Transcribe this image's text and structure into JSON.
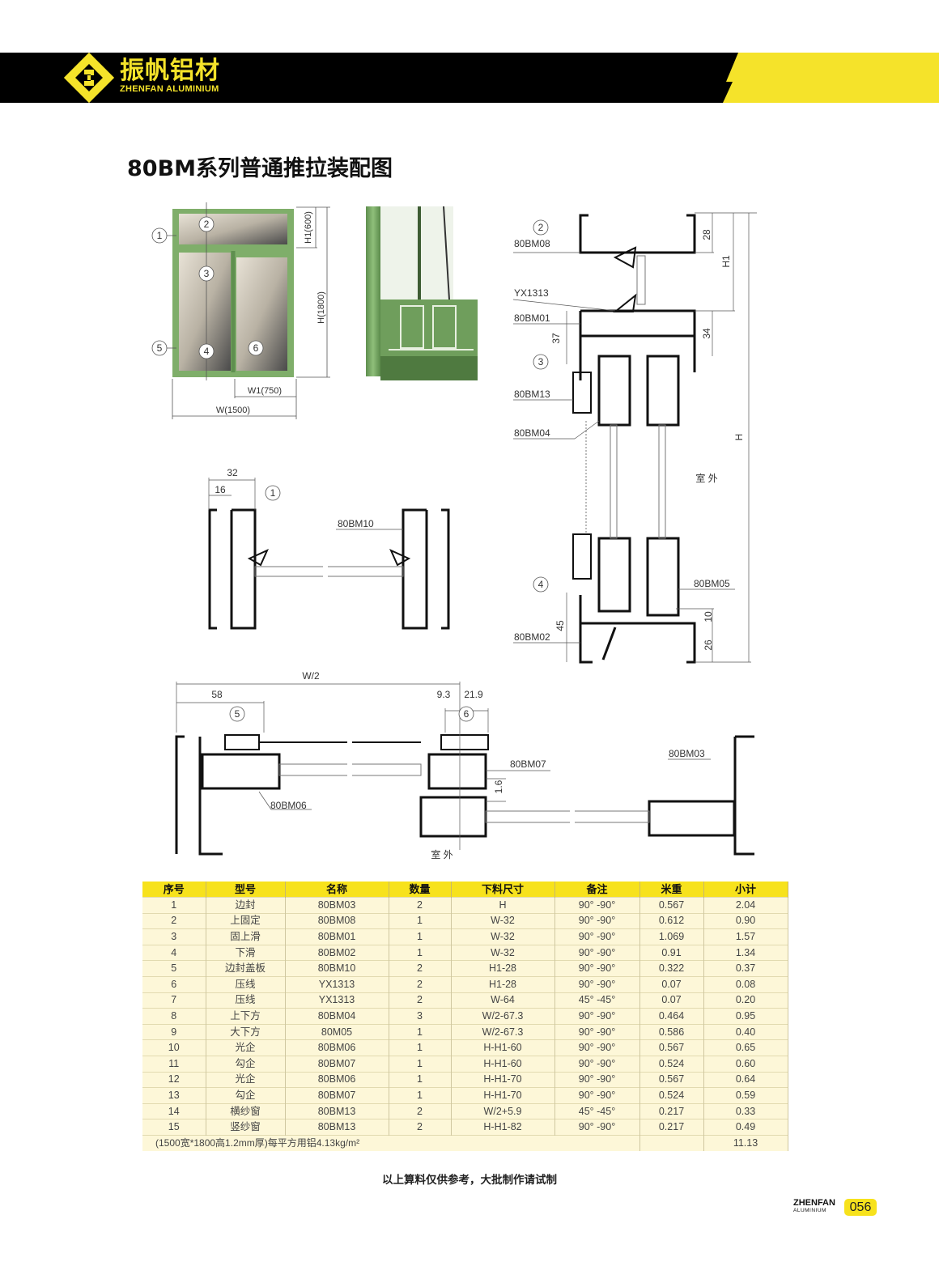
{
  "brand": {
    "name_cn": "振帆铝材",
    "name_en": "ZHENFAN ALUMINIUM",
    "accent": "#f5e32a"
  },
  "title": "80BM系列普通推拉装配图",
  "elevation": {
    "callouts": [
      "1",
      "2",
      "3",
      "4",
      "5",
      "6"
    ],
    "h1": "H1(600)",
    "h": "H(1800)",
    "w1": "W1(750)",
    "w": "W(1500)"
  },
  "vertical_section": {
    "callout_2": "2",
    "callout_3": "3",
    "callout_4": "4",
    "p_80bm08": "80BM08",
    "p_yx1313": "YX1313",
    "p_80bm01": "80BM01",
    "p_80bm13": "80BM13",
    "p_80bm04": "80BM04",
    "p_80bm05": "80BM05",
    "p_80bm02": "80BM02",
    "d28": "28",
    "dH1": "H1",
    "d37": "37",
    "d34": "34",
    "dH": "H",
    "outside": "室 外",
    "d45": "45",
    "d10": "10",
    "d26": "26"
  },
  "side_section": {
    "d32": "32",
    "d16": "16",
    "callout_1": "1",
    "p_80bm10": "80BM10"
  },
  "horizontal_section": {
    "dW2": "W/2",
    "d58": "58",
    "d93": "9.3",
    "d219": "21.9",
    "callout_5": "5",
    "callout_6": "6",
    "p_80bm07": "80BM07",
    "d16": "1.6",
    "p_80bm03": "80BM03",
    "p_80bm06": "80BM06",
    "outside": "室 外"
  },
  "table": {
    "headers": [
      "序号",
      "型号",
      "名称",
      "数量",
      "下料尺寸",
      "备注",
      "米重",
      "小计"
    ],
    "rows": [
      [
        "1",
        "边封",
        "80BM03",
        "2",
        "H",
        "90° -90°",
        "0.567",
        "2.04"
      ],
      [
        "2",
        "上固定",
        "80BM08",
        "1",
        "W-32",
        "90° -90°",
        "0.612",
        "0.90"
      ],
      [
        "3",
        "固上滑",
        "80BM01",
        "1",
        "W-32",
        "90° -90°",
        "1.069",
        "1.57"
      ],
      [
        "4",
        "下滑",
        "80BM02",
        "1",
        "W-32",
        "90° -90°",
        "0.91",
        "1.34"
      ],
      [
        "5",
        "边封盖板",
        "80BM10",
        "2",
        "H1-28",
        "90° -90°",
        "0.322",
        "0.37"
      ],
      [
        "6",
        "压线",
        "YX1313",
        "2",
        "H1-28",
        "90° -90°",
        "0.07",
        "0.08"
      ],
      [
        "7",
        "压线",
        "YX1313",
        "2",
        "W-64",
        "45° -45°",
        "0.07",
        "0.20"
      ],
      [
        "8",
        "上下方",
        "80BM04",
        "3",
        "W/2-67.3",
        "90° -90°",
        "0.464",
        "0.95"
      ],
      [
        "9",
        "大下方",
        "80M05",
        "1",
        "W/2-67.3",
        "90° -90°",
        "0.586",
        "0.40"
      ],
      [
        "10",
        "光企",
        "80BM06",
        "1",
        "H-H1-60",
        "90° -90°",
        "0.567",
        "0.65"
      ],
      [
        "11",
        "勾企",
        "80BM07",
        "1",
        "H-H1-60",
        "90° -90°",
        "0.524",
        "0.60"
      ],
      [
        "12",
        "光企",
        "80BM06",
        "1",
        "H-H1-70",
        "90° -90°",
        "0.567",
        "0.64"
      ],
      [
        "13",
        "勾企",
        "80BM07",
        "1",
        "H-H1-70",
        "90° -90°",
        "0.524",
        "0.59"
      ],
      [
        "14",
        "横纱窗",
        "80BM13",
        "2",
        "W/2+5.9",
        "45° -45°",
        "0.217",
        "0.33"
      ],
      [
        "15",
        "竖纱窗",
        "80BM13",
        "2",
        "H-H1-82",
        "90° -90°",
        "0.217",
        "0.49"
      ]
    ],
    "summary_note": "(1500宽*1800高1.2mm厚)每平方用铝4.13kg/m²",
    "summary_total": "11.13"
  },
  "footnote": "以上算料仅供参考，大批制作请试制",
  "footer": {
    "brand": "ZHENFAN",
    "brand_sub": "ALUMINIUM",
    "page": "056"
  }
}
